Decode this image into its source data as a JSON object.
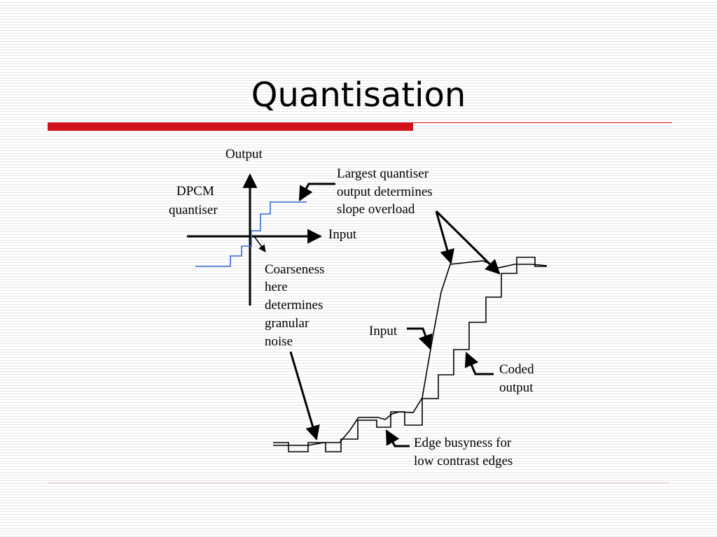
{
  "slide": {
    "title": "Quantisation"
  },
  "diagram": {
    "axis_labels": {
      "output": "Output",
      "input": "Input"
    },
    "annotations": {
      "dpcm": [
        "DPCM",
        "quantiser"
      ],
      "slope_overload": [
        "Largest quantiser",
        "output determines",
        "slope overload"
      ],
      "granular_noise": [
        "Coarseness",
        "here",
        "determines",
        "granular",
        "noise"
      ],
      "input_signal": "Input",
      "coded_output": [
        "Coded",
        "output"
      ],
      "edge_busyness": [
        "Edge busyness for",
        "low contrast edges"
      ]
    },
    "colors": {
      "staircase": "#3a6ad4",
      "lines": "#000000",
      "accent_rule": "#d2121b"
    }
  }
}
